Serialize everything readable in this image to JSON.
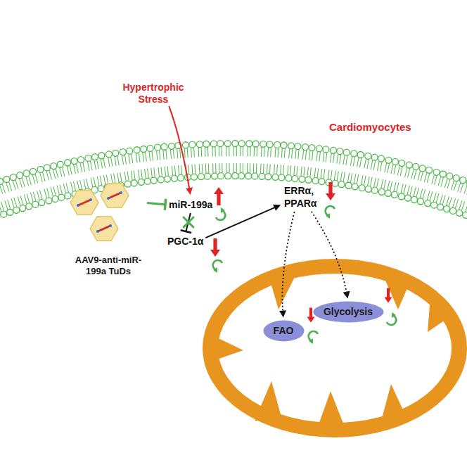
{
  "diagram": {
    "nodes": [
      {
        "text": [
          "Hypertrophic Stress"
        ]
      },
      {
        "text": [
          "AAV9-anti-miR-199a TuDs"
        ]
      },
      {
        "text": [
          "miR-199a"
        ]
      },
      {
        "text": [
          "PGC-1α"
        ]
      },
      {
        "text": [
          "ERRα, PPARα"
        ]
      },
      {
        "text": [
          "FAO"
        ]
      },
      {
        "text": [
          "Glycolysis"
        ]
      }
    ],
    "edges": [
      {
        "from": 0,
        "to": 2,
        "arrow": "to"
      },
      {
        "from": 1,
        "to": 2,
        "arrow": "to"
      },
      {
        "from": 2,
        "to": 3,
        "arrow": "to"
      },
      {
        "from": 3,
        "to": 4,
        "arrow": "to"
      },
      {
        "from": 4,
        "to": 5,
        "arrow": "to"
      },
      {
        "from": 4,
        "to": 6,
        "arrow": "to"
      }
    ],
    "labels": [
      "Cardiomyocytes"
    ]
  }
}
